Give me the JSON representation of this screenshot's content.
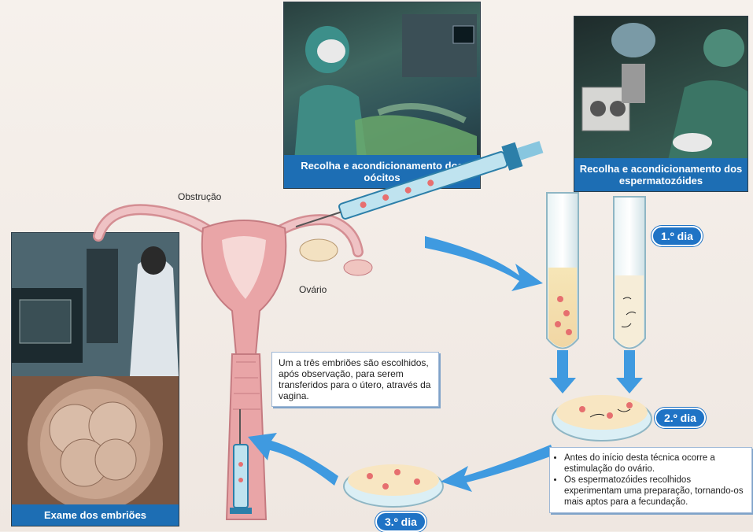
{
  "photos": {
    "oocytes_caption": "Recolha e acondicionamento dos oócitos",
    "sperm_caption": "Recolha e acondicionamento dos espermatozóides",
    "embryo_caption": "Exame dos embriões"
  },
  "anatomy": {
    "obstruction_label": "Obstrução",
    "ovary_label": "Ovário"
  },
  "steps": {
    "day1": "1.º dia",
    "day2": "2.º dia",
    "day3": "3.º dia"
  },
  "notes": {
    "transfer_text": "Um a três embriões são escolhidos, após observação, para serem transferidos para o útero, através da vagina.",
    "bullets": [
      "Antes do início desta técnica ocorre a estimulação do ovário.",
      "Os espermatozóides recolhidos experimentam uma preparação, tornando-os mais aptos para a fecundação."
    ]
  },
  "colors": {
    "accent_blue": "#1f73c5",
    "arrow_blue": "#3f9ae0",
    "uterus_pink": "#e9a5a7"
  }
}
